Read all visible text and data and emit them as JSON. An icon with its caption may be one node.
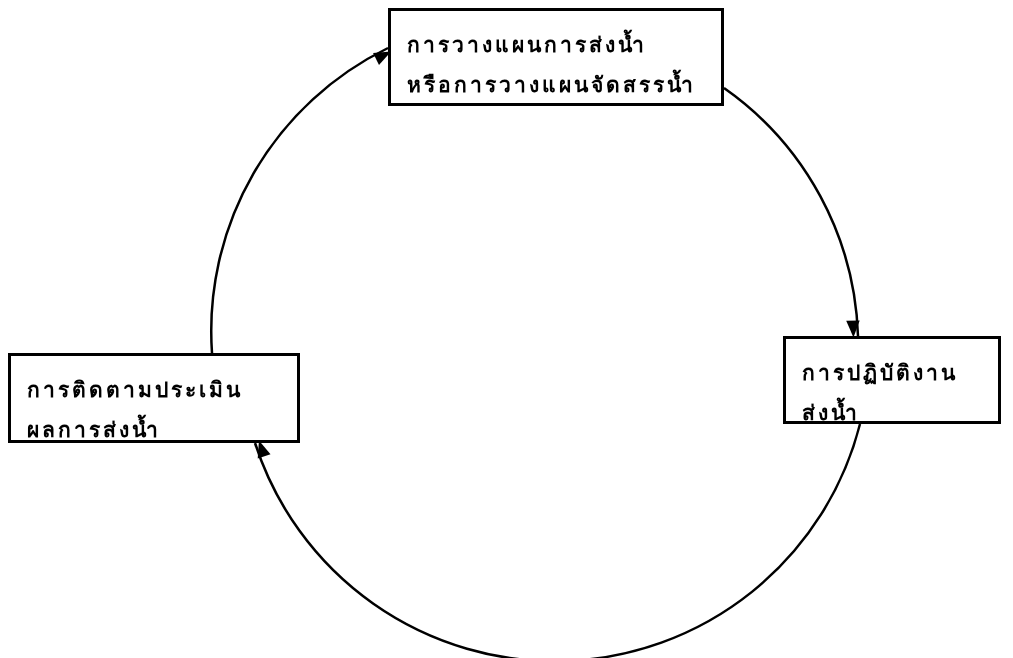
{
  "diagram": {
    "nodes": [
      {
        "text": [
          "การวางแผนการส่งน้ำ",
          "หรือการวางแผนจัดสรรน้ำ"
        ]
      },
      {
        "text": [
          "การปฏิบัติงาน",
          "ส่งน้ำ"
        ]
      },
      {
        "text": [
          "การติดตามประเมิน",
          "ผลการส่งน้ำ"
        ]
      }
    ],
    "edges": [
      {
        "from": 0,
        "to": 1,
        "arrow": "to"
      },
      {
        "from": 1,
        "to": 2,
        "arrow": "to"
      },
      {
        "from": 2,
        "to": 0,
        "arrow": "to"
      }
    ]
  }
}
